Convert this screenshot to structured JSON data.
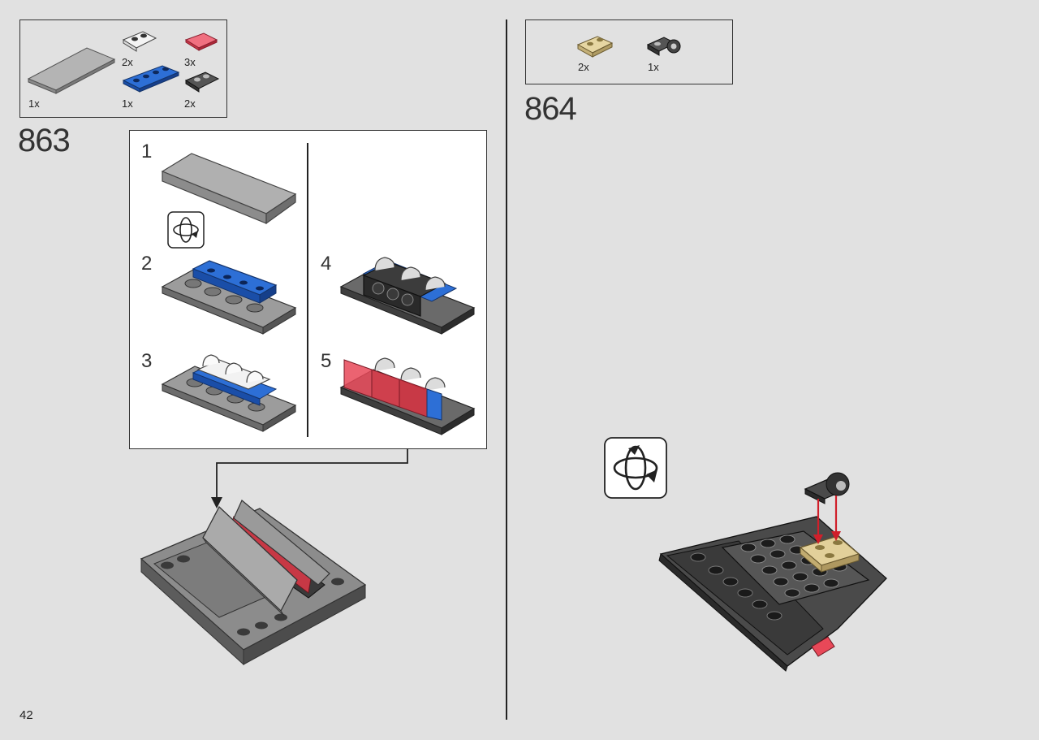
{
  "page": {
    "number": "42"
  },
  "step_863": {
    "number": "863",
    "parts": [
      {
        "name": "tile-2x6-light-gray",
        "qty": "1x"
      },
      {
        "name": "bracket-white",
        "qty": "2x"
      },
      {
        "name": "tile-1x2-trans-red",
        "qty": "3x"
      },
      {
        "name": "plate-1x4-blue",
        "qty": "1x"
      },
      {
        "name": "bracket-dark-gray",
        "qty": "2x"
      }
    ],
    "substeps": [
      "1",
      "2",
      "3",
      "4",
      "5"
    ],
    "icons": [
      "rotate-model-icon",
      "callout-arrow-icon"
    ]
  },
  "step_864": {
    "number": "864",
    "parts": [
      {
        "name": "plate-1x2-tan",
        "qty": "2x"
      },
      {
        "name": "plate-clip-dark-gray",
        "qty": "1x"
      }
    ],
    "icons": [
      "rotate-model-icon",
      "placement-arrow-icon"
    ]
  },
  "colors": {
    "background": "#e1e1e1",
    "light_gray": "#a0a0a0",
    "dark_gray": "#3c3c3c",
    "blue": "#1f5fbf",
    "trans_red": "#e03040",
    "tan": "#dcc890",
    "arrow_red": "#d01f2a"
  }
}
